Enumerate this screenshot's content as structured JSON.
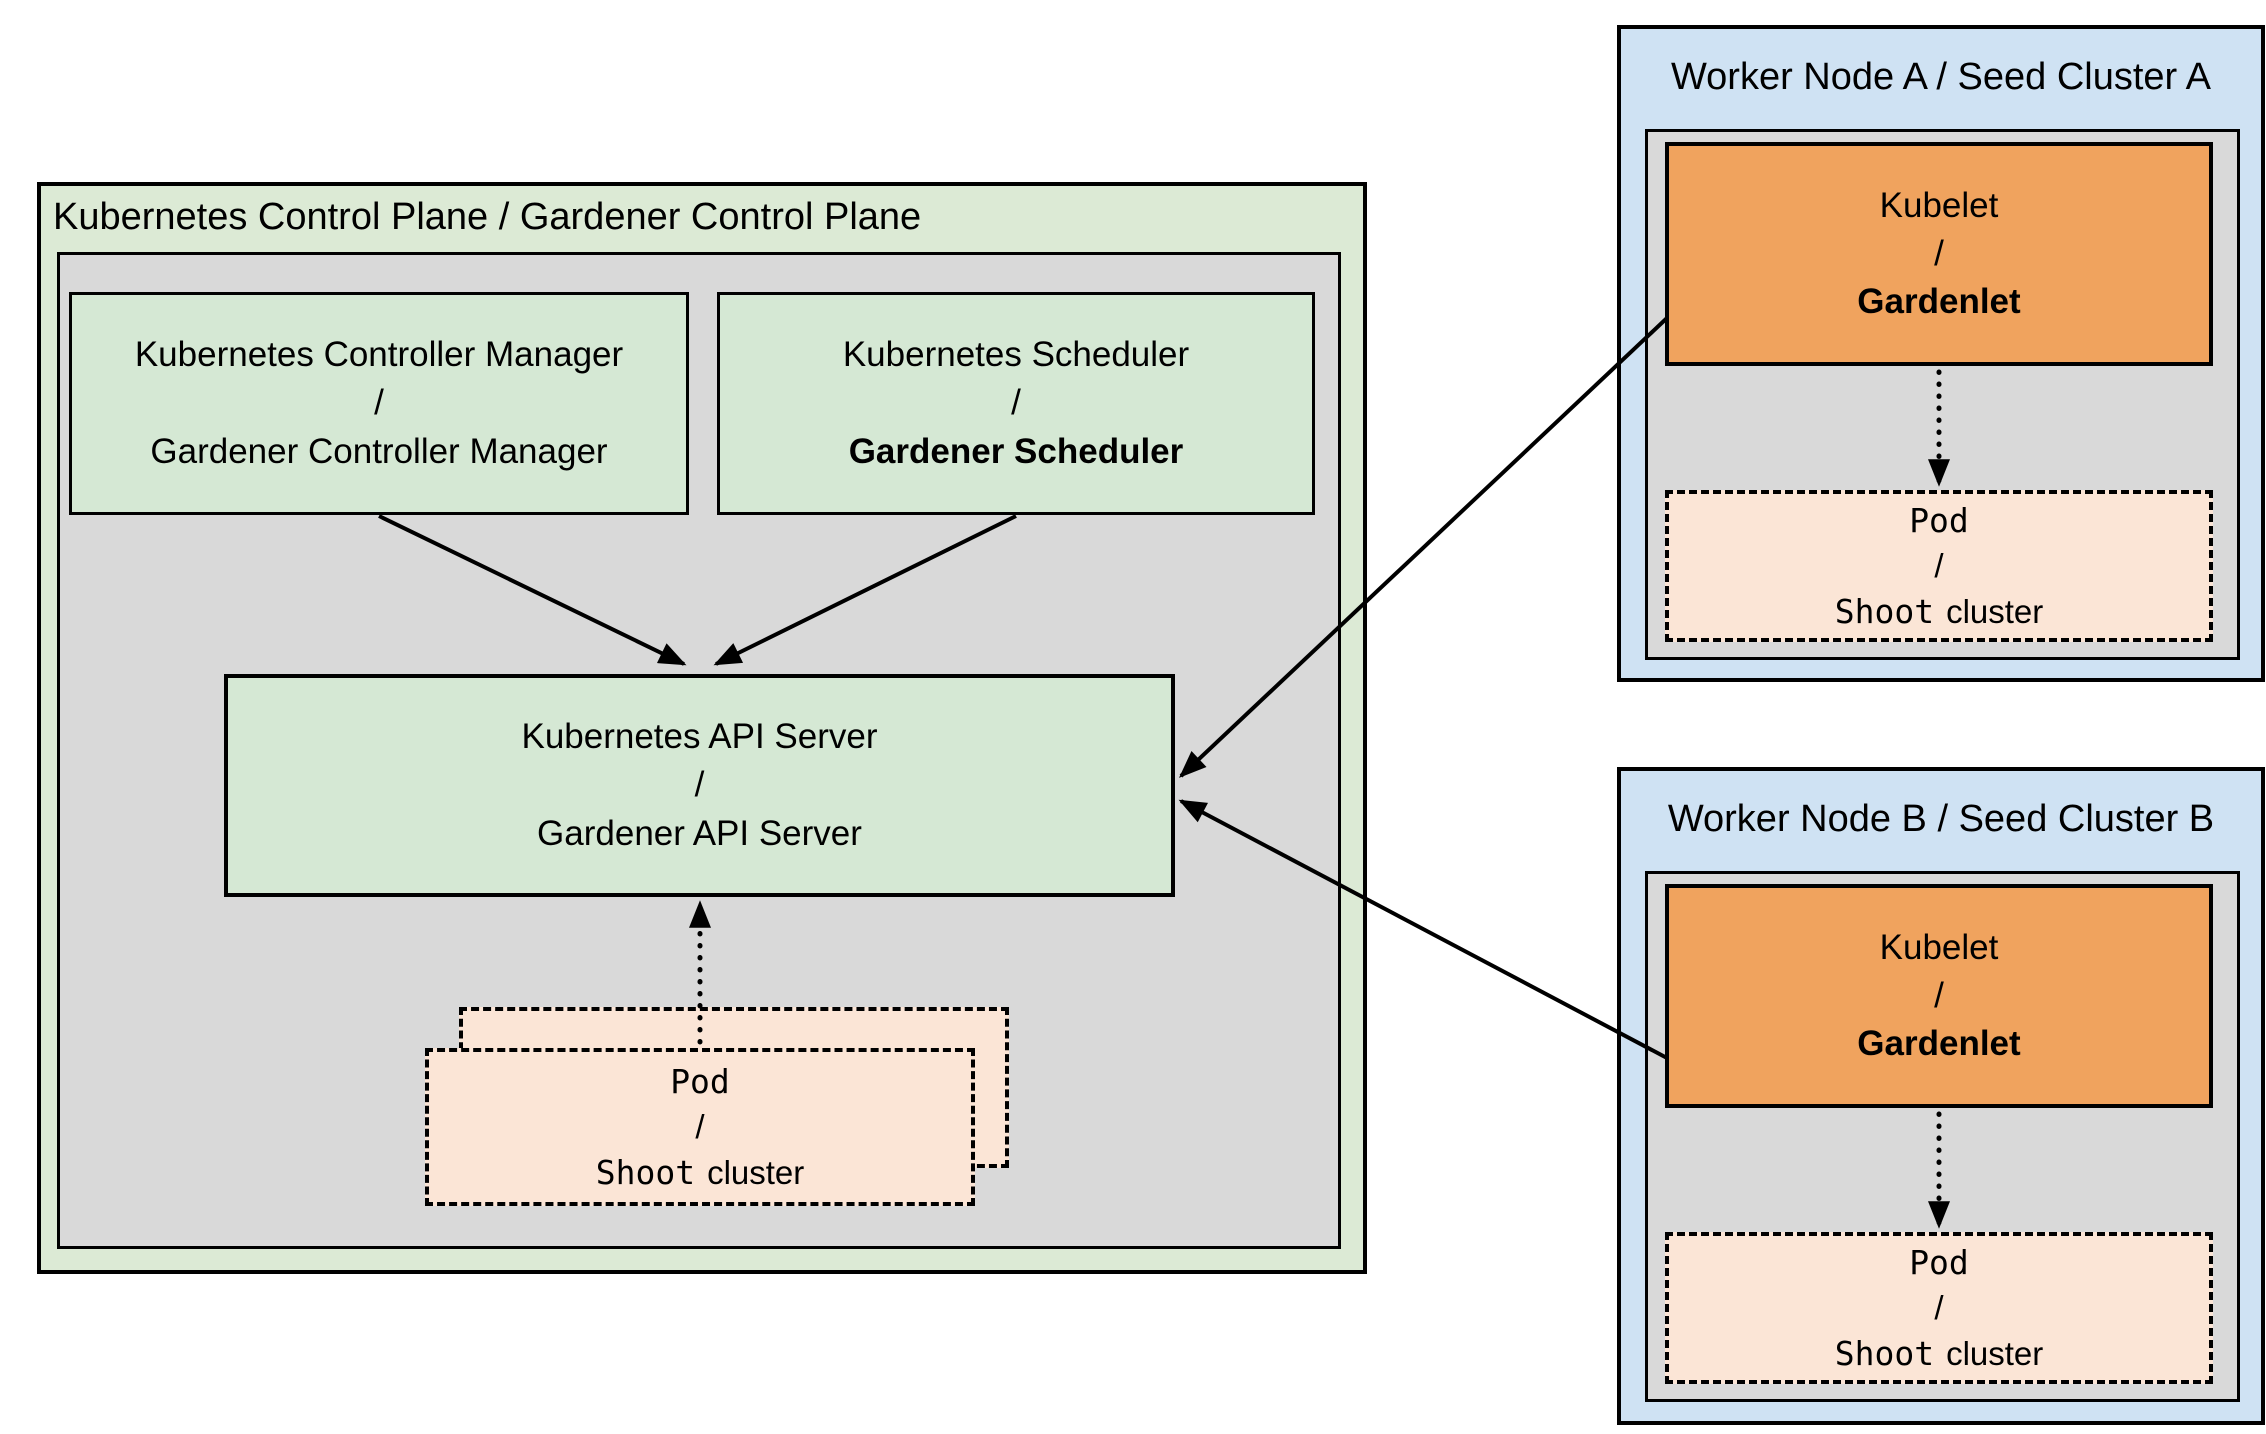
{
  "colors": {
    "control_plane_bg": "#dcead5",
    "inner_panel_bg": "#d9d9d9",
    "component_green": "#d5e8d4",
    "worker_node_bg": "#cfe2f3",
    "kubelet_orange": "#f0a35e",
    "pod_peach": "#fbe5d6",
    "border": "#000000"
  },
  "control_plane": {
    "title": "Kubernetes Control Plane / Gardener Control Plane",
    "controller_manager": {
      "line1": "Kubernetes Controller Manager",
      "separator": "/",
      "line2": "Gardener Controller Manager"
    },
    "scheduler": {
      "line1": "Kubernetes Scheduler",
      "separator": "/",
      "line2": "Gardener Scheduler"
    },
    "api_server": {
      "line1": "Kubernetes API Server",
      "separator": "/",
      "line2": "Gardener API Server"
    },
    "pod": {
      "line1": "Pod",
      "separator": "/",
      "line2_mono": "Shoot",
      "line2_plain": "cluster"
    }
  },
  "worker_node_a": {
    "title": "Worker Node A / Seed Cluster A",
    "kubelet": {
      "line1": "Kubelet",
      "separator": "/",
      "line2": "Gardenlet"
    },
    "pod": {
      "line1": "Pod",
      "separator": "/",
      "line2_mono": "Shoot",
      "line2_plain": "cluster"
    }
  },
  "worker_node_b": {
    "title": "Worker Node B / Seed Cluster B",
    "kubelet": {
      "line1": "Kubelet",
      "separator": "/",
      "line2": "Gardenlet"
    },
    "pod": {
      "line1": "Pod",
      "separator": "/",
      "line2_mono": "Shoot",
      "line2_plain": "cluster"
    }
  }
}
